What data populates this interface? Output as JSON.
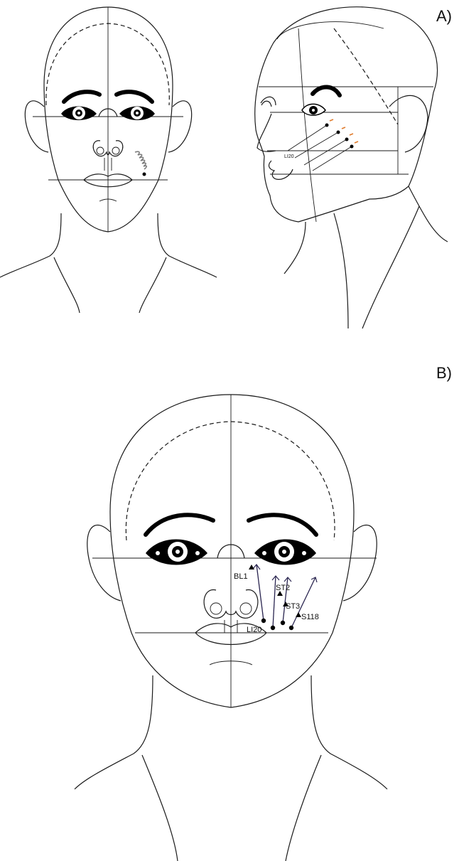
{
  "panels": {
    "a": {
      "label": "A)"
    },
    "b": {
      "label": "B)"
    }
  },
  "panel_a_points": {
    "li20": "LI20"
  },
  "panel_b_points": {
    "bl1": "BL1",
    "st2": "ST2",
    "st3": "ST3",
    "s118": "S118",
    "li20": "LI20"
  },
  "colors": {
    "line": "#1a1a1a",
    "needle": "#2a2550",
    "accent": "#e07a2a"
  }
}
